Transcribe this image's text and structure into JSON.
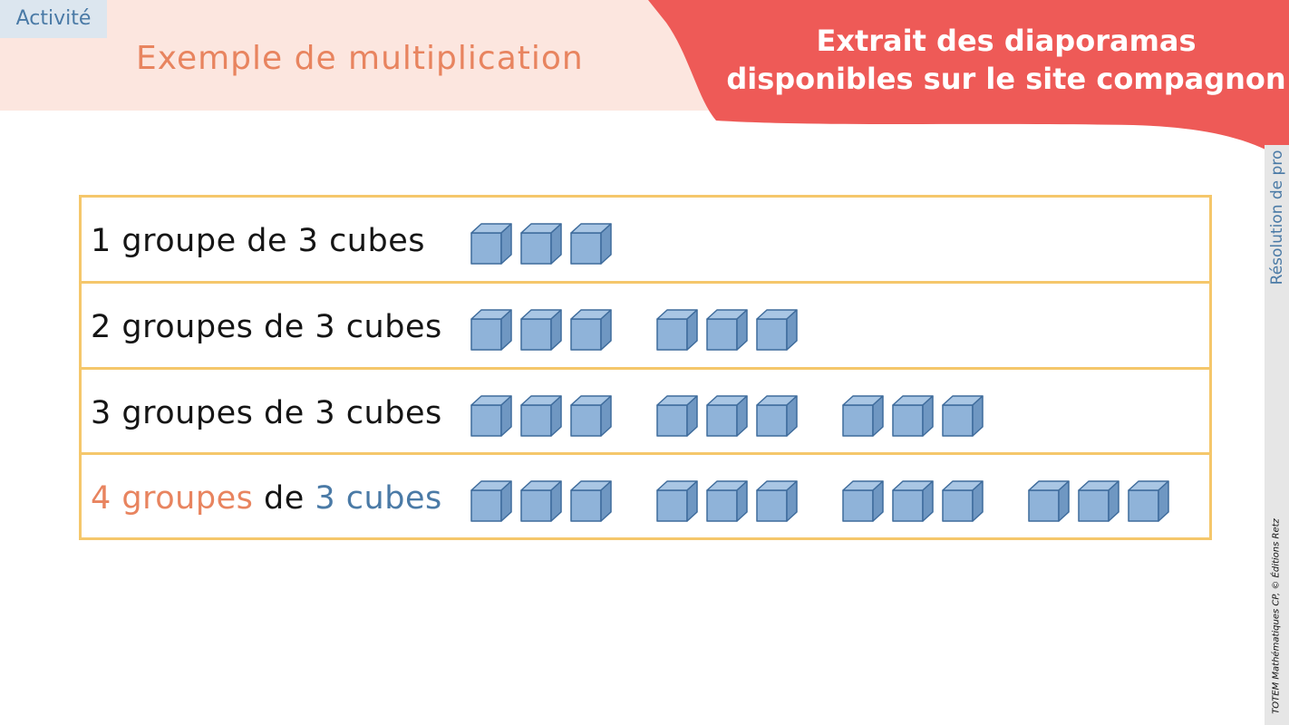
{
  "header": {
    "activity_tab": "Activité",
    "title": "Exemple de multiplication",
    "banner_line1": "Extrait des diaporamas",
    "banner_line2": "disponibles sur le site compagnon"
  },
  "side": {
    "vertical_title": "Résolution de pro",
    "copyright": "TOTEM Mathématiques CP, © Éditions Retz"
  },
  "rows": [
    {
      "num": "1",
      "groups_word": "groupe",
      "de": "de",
      "cubes_num": "3",
      "cubes_word": "cubes",
      "group_count": 1
    },
    {
      "num": "2",
      "groups_word": "groupes",
      "de": "de",
      "cubes_num": "3",
      "cubes_word": "cubes",
      "group_count": 2
    },
    {
      "num": "3",
      "groups_word": "groupes",
      "de": "de",
      "cubes_num": "3",
      "cubes_word": "cubes",
      "group_count": 3
    },
    {
      "num": "4",
      "groups_word": "groupes",
      "de": "de",
      "cubes_num": "3",
      "cubes_word": "cubes",
      "group_count": 4
    }
  ],
  "cubes_per_group": 3,
  "colors": {
    "header_bg": "#fce6df",
    "banner_red": "#ee5a57",
    "title_orange": "#e8845f",
    "accent_blue": "#4a7aa6",
    "table_border": "#f5c76b",
    "cube_front": "#8fb3d9",
    "cube_top": "#a9c6e4",
    "cube_side": "#6f97c2",
    "cube_edge": "#3f6c9c"
  }
}
